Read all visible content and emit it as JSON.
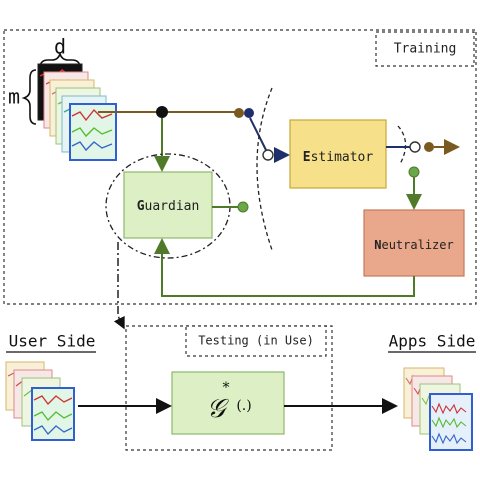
{
  "training": {
    "label": "Training",
    "dim_d": "d",
    "dim_m": "m",
    "guardian": {
      "initial": "G",
      "rest": "uardian"
    },
    "estimator": {
      "initial": "E",
      "rest": "stimator"
    },
    "neutralizer": {
      "initial": "N",
      "rest": "eutralizer"
    }
  },
  "testing": {
    "label": "Testing (in Use)",
    "operator": {
      "symbol": "𝒢",
      "star": "*",
      "args": "(.)"
    }
  },
  "sides": {
    "user": "User Side",
    "apps": "Apps Side"
  },
  "colors": {
    "guardian_fill": "#ddefc4",
    "guardian_stroke": "#8fb86a",
    "estimator_fill": "#f6e08a",
    "estimator_stroke": "#c9a83a",
    "neutralizer_fill": "#e9a88c",
    "neutralizer_stroke": "#c47a5c",
    "brown_arrow": "#7a5a1f",
    "green_arrow": "#4f7a2a",
    "navy_arrow": "#1e2f6b"
  }
}
